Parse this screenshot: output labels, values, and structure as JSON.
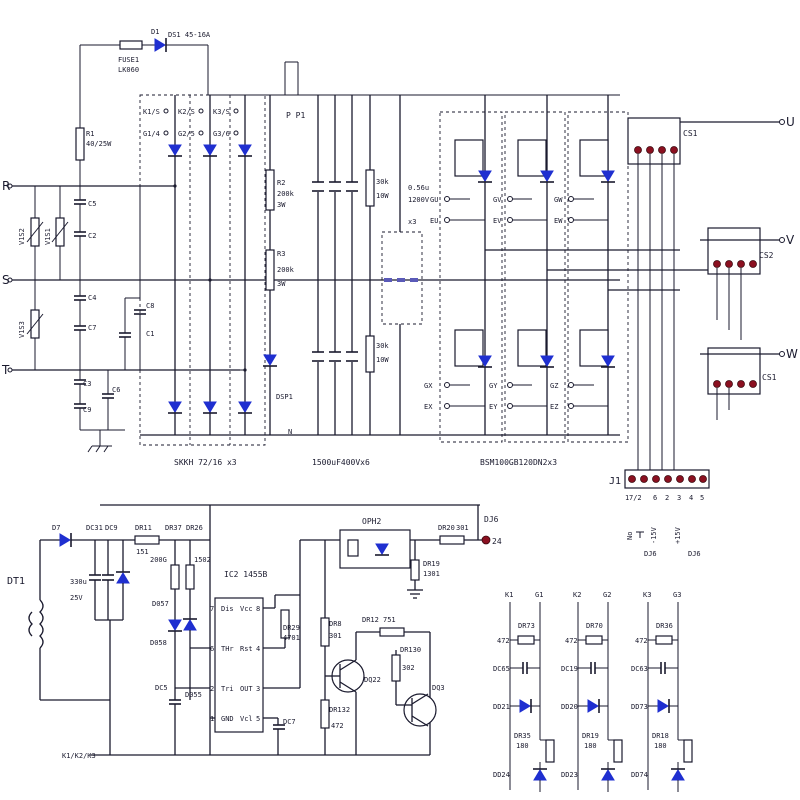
{
  "terminals": {
    "R": "R",
    "S": "S",
    "T": "T",
    "U": "U",
    "V": "V",
    "W": "W",
    "DJ6": "DJ6",
    "pin24": "24"
  },
  "rectifier": {
    "fuse": "FUSE1",
    "fuse_value": "LK060",
    "d1": "D1",
    "d1_value": "DS1 45-16A",
    "r1": "R1",
    "r1_value": "40/25W",
    "gates": [
      "K1/S",
      "K2/S",
      "K3/S",
      "G1/4",
      "G2/5",
      "G3/6"
    ],
    "module": "SKKH 72/16 x3",
    "r2": "R2",
    "r2_value": "200k",
    "r2_power": "3W",
    "r3": "R3",
    "r3_value": "200k",
    "r3_power": "3W",
    "dsp": "DSP1",
    "pp": "P P1",
    "n": "N",
    "bank": "1500uF400Vx6",
    "rb1": "30k",
    "rb1_power": "10W",
    "rb2": "30k",
    "rb2_power": "10W",
    "snubber_value": "0.56u",
    "snubber_volt": "1200V",
    "snubber_qty": "x3"
  },
  "input_filter": {
    "varistors": [
      "V1S2",
      "V1S1",
      "V1S3"
    ],
    "caps": [
      "C5",
      "C2",
      "C4",
      "C7",
      "C8",
      "C1",
      "C3",
      "C9",
      "C6"
    ]
  },
  "inverter": {
    "module": "BSM100GB120DN2x3",
    "top_gates": [
      "GU",
      "EU",
      "GV",
      "EV",
      "GW",
      "EW"
    ],
    "bot_gates": [
      "GX",
      "EX",
      "GY",
      "EY",
      "GZ",
      "EZ"
    ],
    "cs": [
      "CS1",
      "CS2",
      "CS1"
    ],
    "j1": "J1",
    "j1_pins": [
      "1",
      "7/2",
      "6",
      "2",
      "3",
      "4",
      "5"
    ],
    "pwr_labels": [
      "No",
      "-15V",
      "+15V",
      "DJ6",
      "DJ6"
    ]
  },
  "driver": {
    "dt1": "DT1",
    "d7": "D7",
    "dc31": "DC31",
    "dc9": "DC9",
    "dr11": "DR11",
    "dr11_value": "151",
    "dr37": "DR37",
    "dr26": "DR26",
    "r200": "200G",
    "r1502": "1502",
    "c330": "330u",
    "c25v": "25V",
    "ic": "IC2 1455B",
    "ic_pins_left": [
      "Dis",
      "THr",
      "Tri",
      "GND"
    ],
    "ic_pins_right": [
      "Vcc",
      "Rst",
      "OUT",
      "Vcl"
    ],
    "ic_nums_left": [
      "7",
      "6",
      "2",
      "1"
    ],
    "ic_nums_right": [
      "8",
      "4",
      "3",
      "5"
    ],
    "d057": "D057",
    "d058": "D058",
    "dc5": "DC5",
    "d055": "D055",
    "dc7": "DC7",
    "dr29": "DR29",
    "dr29_value": "4701",
    "oph": "OPH2",
    "dr20": "DR20",
    "dr20_value": "301",
    "dr19": "DR19",
    "dr19_value": "1301",
    "dr8": "DR8",
    "dr8_value": "301",
    "dr12": "DR12",
    "dr12_value": "751",
    "dr13": "DR130",
    "dr13_value": "302",
    "dq2": "DQ22",
    "dq3": "DQ3",
    "dr132": "DR132",
    "dr132_value": "472",
    "k_label": "K1/K2/K3"
  },
  "gate_nets": [
    {
      "k": "K1",
      "g": "G1",
      "r1": "472",
      "dr": "DR73",
      "dc": "DC65",
      "dd": "DD21",
      "drb": "DR35",
      "drb_v": "180",
      "dz": "DD24"
    },
    {
      "k": "K2",
      "g": "G2",
      "r1": "472",
      "dr": "DR70",
      "dc": "DC19",
      "dd": "DD20",
      "drb": "DR19",
      "drb_v": "180",
      "dz": "DD23"
    },
    {
      "k": "K3",
      "g": "G3",
      "r1": "472",
      "dr": "DR36",
      "dc": "DC63",
      "dd": "DD73",
      "drb": "DR18",
      "drb_v": "180",
      "dz": "DD74"
    }
  ]
}
